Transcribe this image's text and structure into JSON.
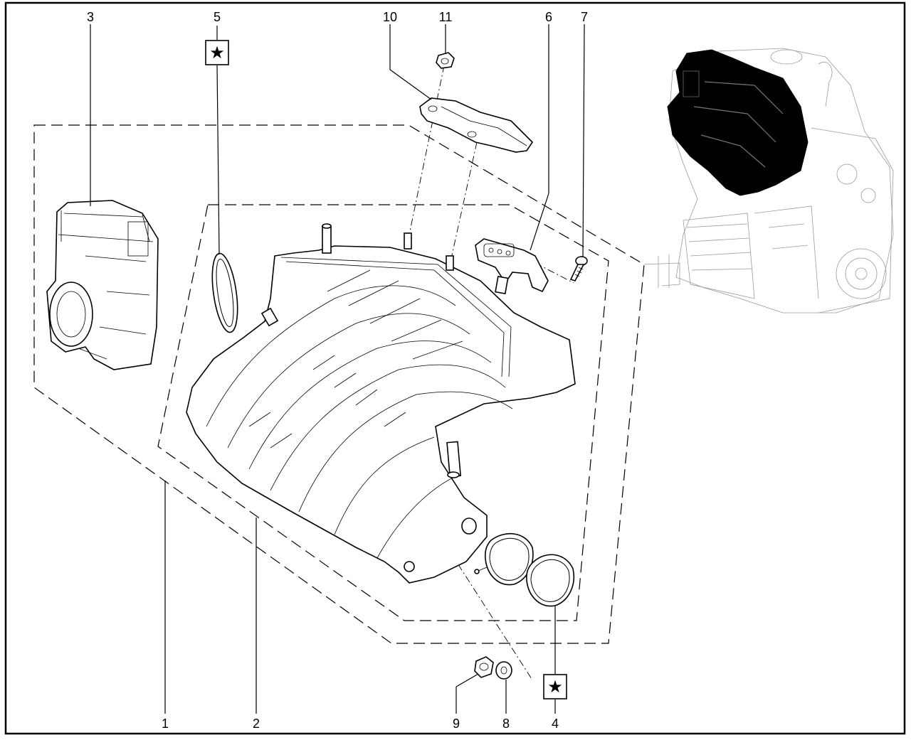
{
  "diagram": {
    "callouts": [
      {
        "id": "1",
        "text": "1"
      },
      {
        "id": "2",
        "text": "2"
      },
      {
        "id": "3",
        "text": "3"
      },
      {
        "id": "4",
        "text": "4"
      },
      {
        "id": "5",
        "text": "5"
      },
      {
        "id": "6",
        "text": "6"
      },
      {
        "id": "7",
        "text": "7"
      },
      {
        "id": "8",
        "text": "8"
      },
      {
        "id": "9",
        "text": "9"
      },
      {
        "id": "10",
        "text": "10"
      },
      {
        "id": "11",
        "text": "11"
      }
    ],
    "star_markers": [
      {
        "for": "5",
        "symbol": "★"
      },
      {
        "for": "4",
        "symbol": "★"
      }
    ],
    "colors": {
      "line": "#000000",
      "background": "#ffffff",
      "engine_shading": "#000000",
      "engine_outline": "#9a9a9a"
    }
  }
}
